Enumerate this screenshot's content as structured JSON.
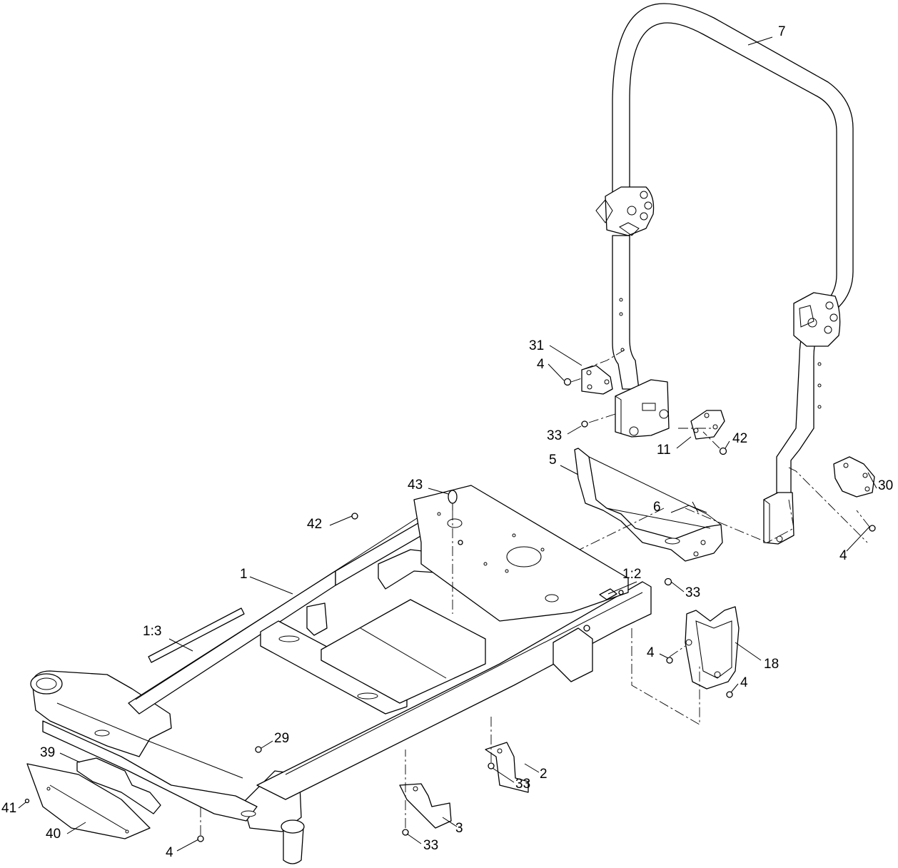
{
  "callouts": [
    {
      "id": "c7",
      "text": "7"
    },
    {
      "id": "c31",
      "text": "31"
    },
    {
      "id": "c4a",
      "text": "4"
    },
    {
      "id": "c33a",
      "text": "33"
    },
    {
      "id": "c11",
      "text": "11"
    },
    {
      "id": "c42a",
      "text": "42"
    },
    {
      "id": "c5",
      "text": "5"
    },
    {
      "id": "c43",
      "text": "43"
    },
    {
      "id": "c6",
      "text": "6"
    },
    {
      "id": "c30",
      "text": "30"
    },
    {
      "id": "c4b",
      "text": "4"
    },
    {
      "id": "c42b",
      "text": "42"
    },
    {
      "id": "c1",
      "text": "1"
    },
    {
      "id": "c1_2",
      "text": "1:2"
    },
    {
      "id": "c33b",
      "text": "33"
    },
    {
      "id": "c1_3",
      "text": "1:3"
    },
    {
      "id": "c4c",
      "text": "4"
    },
    {
      "id": "c18",
      "text": "18"
    },
    {
      "id": "c4d",
      "text": "4"
    },
    {
      "id": "c29",
      "text": "29"
    },
    {
      "id": "c39",
      "text": "39"
    },
    {
      "id": "c2",
      "text": "2"
    },
    {
      "id": "c33c",
      "text": "33"
    },
    {
      "id": "c41",
      "text": "41"
    },
    {
      "id": "c40",
      "text": "40"
    },
    {
      "id": "c3",
      "text": "3"
    },
    {
      "id": "c4e",
      "text": "4"
    },
    {
      "id": "c33d",
      "text": "33"
    }
  ]
}
